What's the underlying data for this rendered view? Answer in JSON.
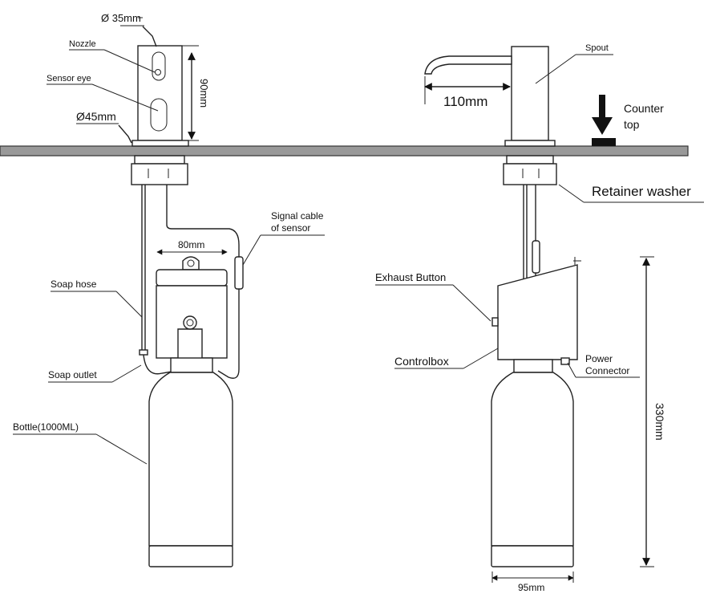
{
  "labels": {
    "dia_35": "Ø 35mm",
    "nozzle": "Nozzle",
    "sensor_eye": "Sensor eye",
    "h_90": "90mm",
    "dia_45": "Ø45mm",
    "signal_cable_1": "Signal  cable",
    "signal_cable_2": "of  sensor",
    "w_80": "80mm",
    "soap_hose": "Soap  hose",
    "soap_outlet": "Soap  outlet",
    "bottle": "Bottle(1000ML)",
    "spout": "Spout",
    "w_110": "110mm",
    "counter_1": "Counter",
    "counter_2": "top",
    "retainer": "Retainer  washer",
    "exhaust": "Exhaust Button",
    "controlbox": "Controlbox",
    "power_1": "Power",
    "power_2": "Connector",
    "h_330": "330mm",
    "w_95": "95mm"
  },
  "colors": {
    "line": "#222222",
    "counter": "#999999",
    "fill": "#ffffff"
  }
}
